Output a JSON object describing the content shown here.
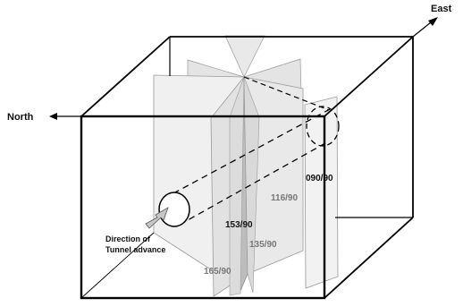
{
  "compass": {
    "east": "East",
    "north": "North"
  },
  "planes": {
    "p090": "090/90",
    "p116": "116/90",
    "p153": "153/90",
    "p135": "135/90",
    "p165": "165/90"
  },
  "tunnel_advance": {
    "line1": "Direction of",
    "line2": "Tunnel advance"
  },
  "colors": {
    "plane_fill": "#eeeeee",
    "plane_fill_light": "#f4f4f4",
    "plane_dark": "#bdbdbd",
    "arrow_fill": "#c6c6c6",
    "box_stroke": "#000000"
  }
}
